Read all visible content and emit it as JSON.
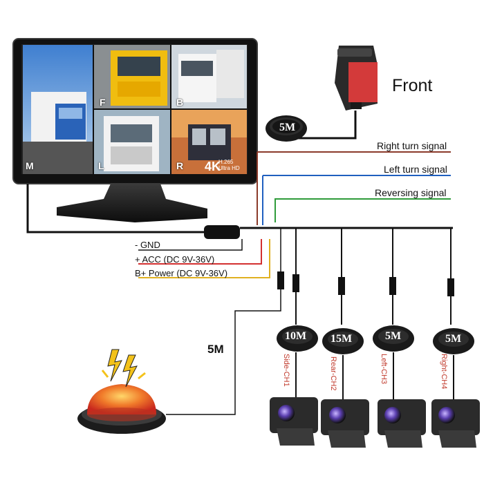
{
  "labels": {
    "front": "Front",
    "right_turn": "Right turn signal",
    "left_turn": "Left turn signal",
    "reversing": "Reversing signal",
    "gnd": "-  GND",
    "acc": "+ ACC (DC 9V-36V)",
    "power": "B+ Power (DC 9V-36V)",
    "alarm_cable": "5M"
  },
  "monitor": {
    "quad": {
      "f": "F",
      "b": "B",
      "m": "M",
      "l": "L",
      "r": "R"
    },
    "resolution": "4K",
    "codec": "H.265",
    "codec_sub": "Ultra HD"
  },
  "front_camera": {
    "cable": "5M"
  },
  "cameras": [
    {
      "cable": "10M",
      "channel": "Side-CH1"
    },
    {
      "cable": "15M",
      "channel": "Rear-CH2"
    },
    {
      "cable": "5M",
      "channel": "Left-CH3"
    },
    {
      "cable": "5M",
      "channel": "Right-CH4"
    }
  ],
  "colors": {
    "right_turn_wire": "#8b3a2a",
    "left_turn_wire": "#1f5fbf",
    "reversing_wire": "#2e9b3a",
    "acc_wire": "#d32f2f",
    "power_wire": "#e0b020",
    "frame": "#111111"
  }
}
